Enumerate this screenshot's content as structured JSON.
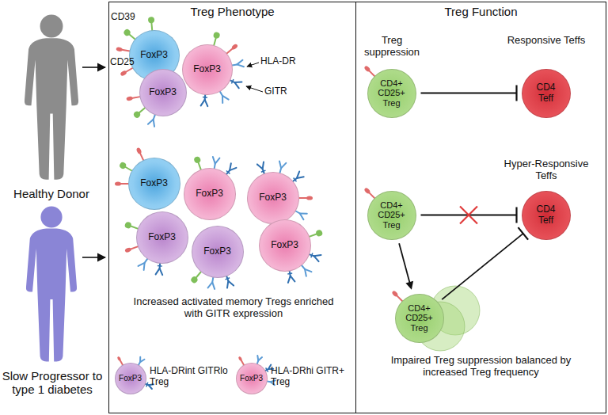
{
  "diagram": {
    "nodes": [
      {
        "text": [
          "Treg Phenotype"
        ]
      },
      {
        "text": [
          "FoxP3"
        ],
        "in": 0
      },
      {
        "text": [
          "FoxP3"
        ],
        "in": 0
      },
      {
        "text": [
          "FoxP3"
        ],
        "in": 0
      },
      {
        "text": [
          "FoxP3"
        ],
        "in": 0
      },
      {
        "text": [
          "FoxP3"
        ],
        "in": 0
      },
      {
        "text": [
          "FoxP3"
        ],
        "in": 0
      },
      {
        "text": [
          "FoxP3"
        ],
        "in": 0
      },
      {
        "text": [
          "FoxP3"
        ],
        "in": 0
      },
      {
        "text": [
          "FoxP3"
        ],
        "in": 0
      },
      {
        "text": [
          "FoxP3"
        ],
        "in": 0
      },
      {
        "text": [
          "FoxP3"
        ],
        "in": 0
      },
      {
        "text": [
          "Treg Function"
        ]
      },
      {
        "text": [
          "CD4+ CD25+ Treg"
        ],
        "in": 12
      },
      {
        "text": [
          "CD4 Teff"
        ],
        "in": 12
      },
      {
        "text": [
          "CD4+ CD25+ Treg"
        ],
        "in": 12
      },
      {
        "text": [
          "CD4 Teff"
        ],
        "in": 12
      },
      {
        "text": [
          "CD4+ CD25+ Treg"
        ],
        "in": 12
      }
    ],
    "edges": [
      {
        "from": 13,
        "to": 14,
        "arrow": "to"
      },
      {
        "from": 15,
        "to": 16,
        "arrow": "to"
      },
      {
        "from": 15,
        "to": 17,
        "arrow": "to"
      },
      {
        "from": 17,
        "to": 16,
        "arrow": "to"
      }
    ],
    "labels": [
      "Healthy Donor",
      "Slow Progressor to type 1 diabetes",
      "CD39",
      "CD25",
      "HLA-DR",
      "GITR",
      "Increased activated memory Tregs enriched with GITR expression",
      "HLA-DRint GITRlo Treg",
      "HLA-DRhi GITR+ Treg",
      "Treg suppression",
      "Responsive Teffs",
      "Hyper-Responsive Teffs",
      "Impaired Treg suppression balanced by increased Treg frequency"
    ]
  }
}
